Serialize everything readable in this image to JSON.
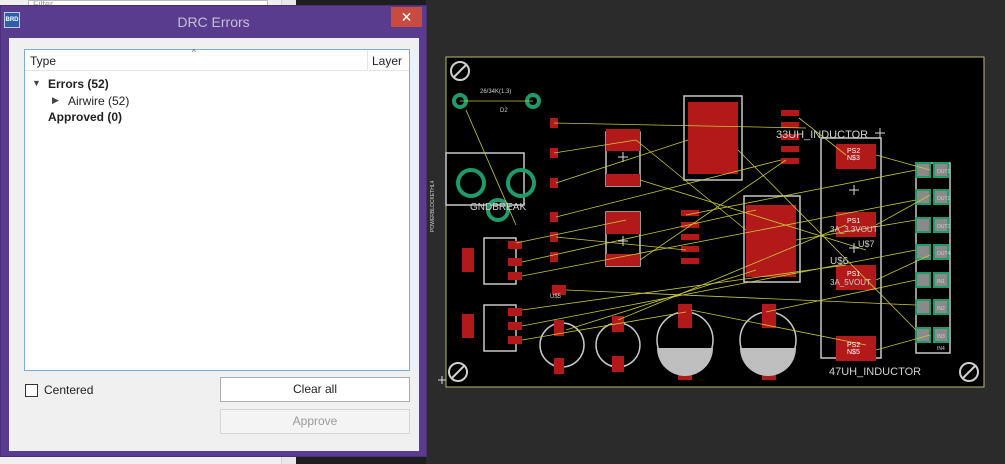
{
  "background": {
    "filter_label": "Filter"
  },
  "dialog": {
    "app_icon": "BRD",
    "title": "DRC Errors",
    "close_glyph": "✕",
    "columns": {
      "type": "Type",
      "layer": "Layer"
    },
    "tree": {
      "errors": "Errors (52)",
      "airwire": "Airwire (52)",
      "approved": "Approved (0)"
    },
    "centered_label": "Centered",
    "clear_all_label": "Clear all",
    "approve_label": "Approve"
  },
  "board": {
    "labels": {
      "d2": "D2",
      "d2_part": "26/34K(1.3)",
      "inductor_33": "33UH_INDUCTOR",
      "inductor_47": "47UH_INDUCTOR",
      "gnd_break": "GNDBREAK",
      "ps2_top": "PS2",
      "n3_top": "N$3",
      "ps1_a": "PS1",
      "v33out": "3A_3.3VOUT",
      "u7": "U$7",
      "u6": "U$6",
      "ps1_b": "PS1",
      "v5out": "3A_5VOUT",
      "ps2_bot": "PS2",
      "n5": "N$5",
      "u5": "U$5",
      "out1": "OUT1",
      "out2": "OUT2",
      "out3": "OUT3",
      "out4": "OUT4",
      "in1": "IN1",
      "in2": "IN2",
      "in3": "IN3",
      "in4": "IN4",
      "vert_power": "POWERBLOCKETHL4"
    },
    "colors": {
      "pad": "#b21a1a",
      "outline": "#c8c8c8",
      "via": "#1f9a6a",
      "airwire": "#c8c83a"
    }
  }
}
